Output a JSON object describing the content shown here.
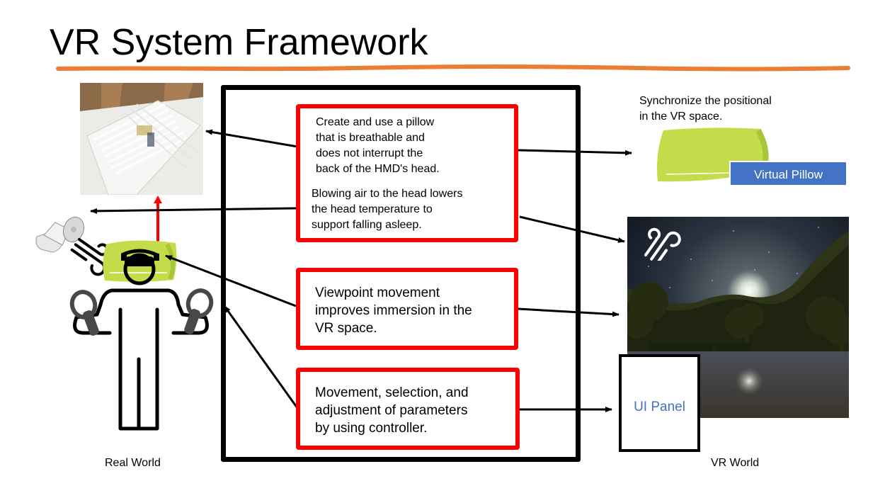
{
  "title": "VR System Framework",
  "colors": {
    "accent_underline": "#ed7d31",
    "box_border": "#ff0000",
    "label_blue": "#4472c4",
    "pillow_green": "#c5dc4a"
  },
  "center_boxes": [
    {
      "id": "pillow-and-fan",
      "texts": [
        "Create and use a pillow\nthat is breathable and\ndoes not interrupt the\nback of the HMD's head.",
        "Blowing air to the head lowers\nthe head temperature to\nsupport falling asleep."
      ]
    },
    {
      "id": "viewpoint",
      "text": "Viewpoint movement\nimproves immersion in the\nVR space."
    },
    {
      "id": "controller",
      "text": "Movement, selection, and\nadjustment of parameters\nby using controller."
    }
  ],
  "right_side": {
    "sync_text": "Synchronize the positional\nin the VR space.",
    "virtual_pillow_label": "Virtual  Pillow",
    "ui_panel_label": "UI Panel",
    "icons": [
      "wind-icon"
    ]
  },
  "left_side": {
    "images": [
      "breathable-pillow-photo",
      "desk-fan",
      "user-with-hmd",
      "vr-controllers"
    ],
    "icons": [
      "wind-icon"
    ]
  },
  "labels": {
    "real_world": "Real World",
    "vr_world": "VR World"
  }
}
